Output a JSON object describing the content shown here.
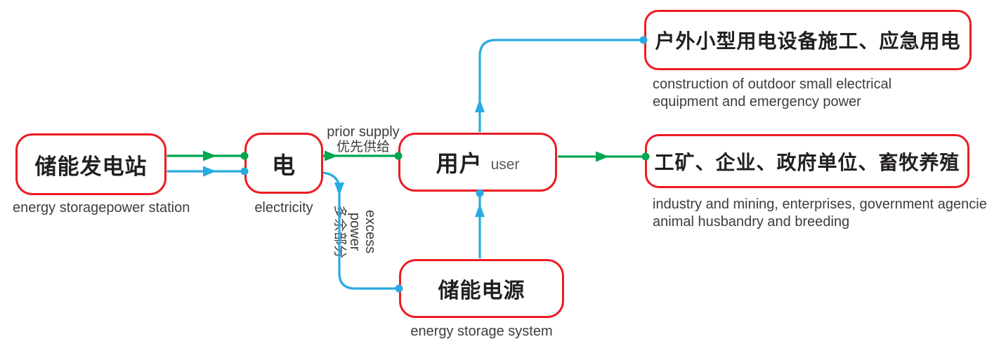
{
  "nodes": {
    "station": {
      "label": "储能发电站",
      "caption": "energy storagepower station"
    },
    "electricity": {
      "label": "电",
      "caption": "electricity"
    },
    "user": {
      "label": "用户",
      "sublabel": "user"
    },
    "storage": {
      "label": "储能电源",
      "caption": "energy storage system"
    },
    "outdoor": {
      "label": "户外小型用电设备施工、应急用电",
      "caption_line1": "construction of outdoor small electrical",
      "caption_line2": "equipment and emergency power"
    },
    "industry": {
      "label": "工矿、企业、政府单位、畜牧养殖",
      "caption_line1": "industry and mining, enterprises, government agencies,",
      "caption_line2": "animal husbandry and breeding"
    }
  },
  "edge_labels": {
    "prior_supply": {
      "en": "prior supply",
      "zh": "优先供给"
    },
    "excess_power": {
      "en": "excess power",
      "zh": "多余部分"
    }
  },
  "colors": {
    "box_border_red": "#ed1c24",
    "wire_green": "#00a651",
    "wire_blue": "#29abe2",
    "label_black": "#231f20",
    "caption_gray": "#3d3d3d",
    "sublabel_gray": "#58595b"
  }
}
